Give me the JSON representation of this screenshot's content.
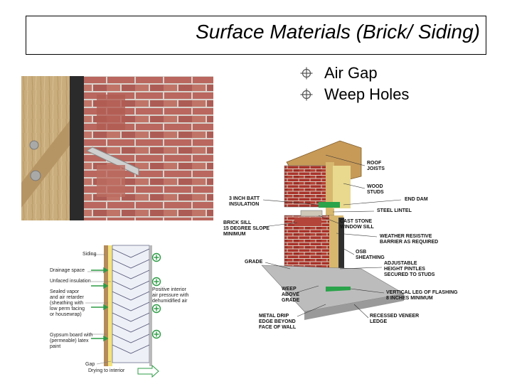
{
  "slide": {
    "title": "Surface Materials (Brick/ Siding)",
    "bullets": [
      {
        "text": "Air Gap",
        "icon": "crosshair-bullet-icon"
      },
      {
        "text": "Weep Holes",
        "icon": "crosshair-bullet-icon"
      }
    ]
  },
  "wall_diagram": {
    "labels": {
      "siding": "Siding",
      "drainage": "Drainage space",
      "unfaced": "Unfaced insulation",
      "sealed1": "Sealed vapor",
      "sealed2": "and air retarder",
      "sealed3": "(sheathing with",
      "sealed4": "low perm facing",
      "sealed5": "or housewrap)",
      "gypsum1": "Gypsum board with",
      "gypsum2": "(permeable) latex",
      "gypsum3": "paint",
      "gap": "Gap",
      "positive1": "Positive interior",
      "positive2": "air pressure with",
      "positive3": "dehumidified air",
      "drying": "Drying to interior"
    }
  },
  "flashing_diagram": {
    "labels": {
      "roof_joists": "ROOF\nJOISTS",
      "wood_studs": "WOOD\nSTUDS",
      "end_dam": "END DAM",
      "batt": "3 INCH BATT\nINSULATION",
      "steel_lintel": "STEEL LINTEL",
      "brick_sill": "BRICK SILL\n15 DEGREE SLOPE\nMINIMUM",
      "cast_stone": "CAST STONE\nWINDOW SILL",
      "weather": "WEATHER RESISTIVE\nBARRIER AS REQUIRED",
      "osb": "OSB\nSHEATHING",
      "grade": "GRADE",
      "pintles": "ADJUSTABLE\nHEIGHT PINTLES\nSECURED TO STUDS",
      "weep": "WEEP\nABOVE\nGRADE",
      "vertical_leg": "VERTICAL LEG OF FLASHING\n8 INCHES MINIMUM",
      "metal_drip": "METAL DRIP\nEDGE BEYOND\nFACE OF WALL",
      "recessed": "RECESSED VENEER\nLEDGE"
    }
  }
}
